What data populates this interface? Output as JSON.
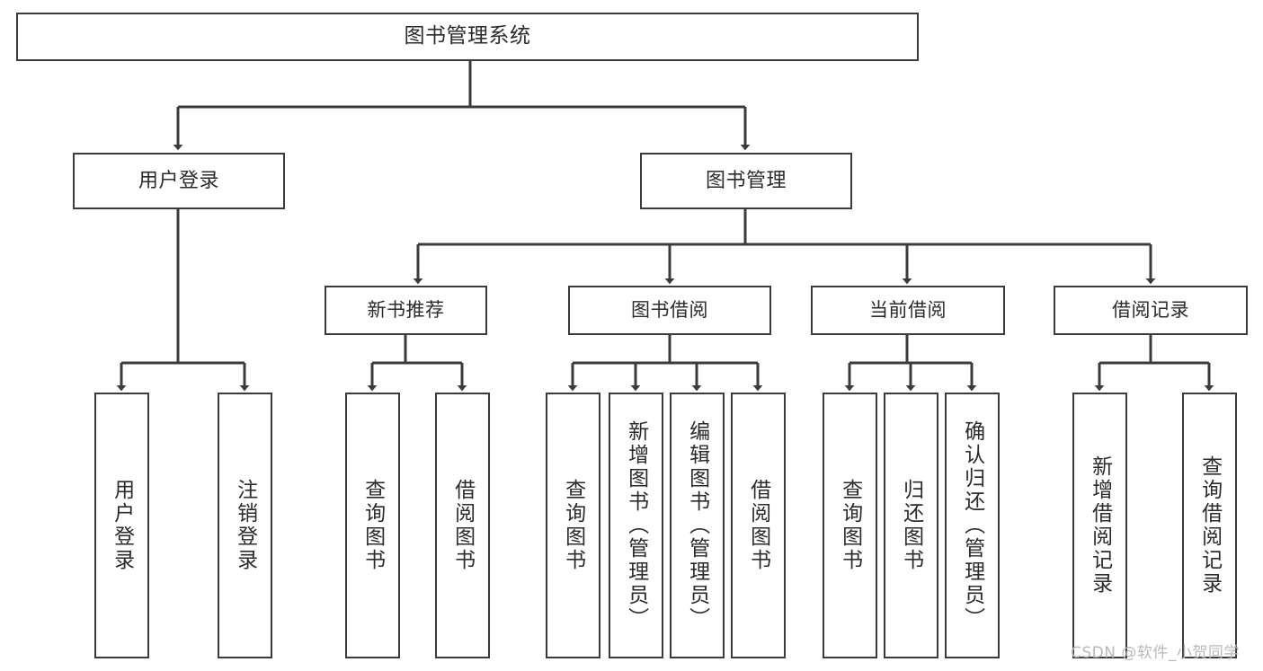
{
  "diagram": {
    "type": "tree",
    "title": "图书管理系统",
    "orientation": "top-down",
    "colors": {
      "stroke": "#3b3b3b",
      "fill": "#ffffff",
      "text": "#2b2b2b",
      "watermark": "#b9b9b9"
    },
    "root": {
      "label": "图书管理系统"
    },
    "level2": [
      {
        "label": "用户登录"
      },
      {
        "label": "图书管理"
      }
    ],
    "level3": [
      {
        "label": "新书推荐"
      },
      {
        "label": "图书借阅"
      },
      {
        "label": "当前借阅"
      },
      {
        "label": "借阅记录"
      }
    ],
    "leaves": {
      "user_login": [
        {
          "label": "用户登录"
        },
        {
          "label": "注销登录"
        }
      ],
      "new_book": [
        {
          "label": "查询图书"
        },
        {
          "label": "借阅图书"
        }
      ],
      "book_borrow": [
        {
          "label": "查询图书"
        },
        {
          "label": "新增图书（管理员）"
        },
        {
          "label": "编辑图书（管理员）"
        },
        {
          "label": "借阅图书"
        }
      ],
      "current_borrow": [
        {
          "label": "查询图书"
        },
        {
          "label": "归还图书"
        },
        {
          "label": "确认归还（管理员）"
        }
      ],
      "borrow_record": [
        {
          "label": "新增借阅记录"
        },
        {
          "label": "查询借阅记录"
        }
      ]
    },
    "watermark": "CSDN @软件_小贺同学"
  }
}
